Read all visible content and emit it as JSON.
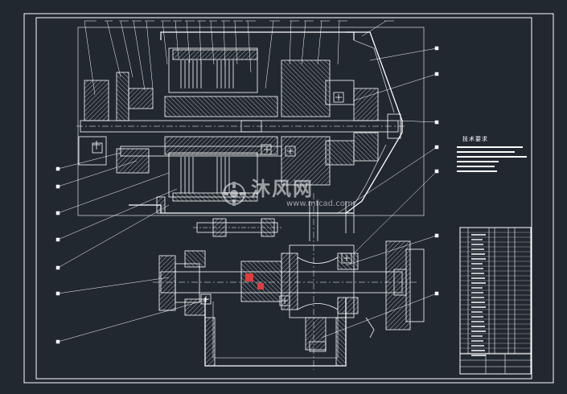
{
  "drawing": {
    "technical_requirements_title": "技术要求"
  },
  "watermark": {
    "name": "沐风网",
    "url": "www.mfcad.com"
  },
  "colors": {
    "background": "#212830",
    "lines": "#ffffff",
    "accent": "#e03c3c"
  }
}
